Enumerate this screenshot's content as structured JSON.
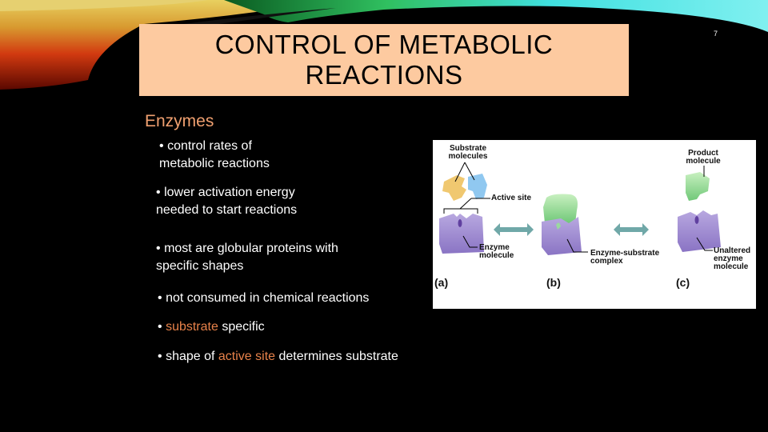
{
  "slide": {
    "title_line1": "CONTROL OF METABOLIC",
    "title_line2": "REACTIONS",
    "slide_number": "7",
    "title_bg_color": "#fdcaa0",
    "accent_color": "#e8824a"
  },
  "content": {
    "heading": "Enzymes",
    "bullets": [
      {
        "marker": "•",
        "line1": "control rates of",
        "line2": "metabolic reactions"
      },
      {
        "marker": "•",
        "line1": "lower activation energy",
        "line2": "needed to start reactions"
      },
      {
        "marker": "•",
        "line1": "most are globular proteins with",
        "line2": "specific shapes"
      },
      {
        "marker": "•",
        "line1": "not consumed in chemical reactions"
      },
      {
        "marker": "•",
        "highlight": "substrate",
        "rest": " specific"
      },
      {
        "marker": "•",
        "pre": "shape of ",
        "highlight": "active site",
        "rest": " determines substrate"
      }
    ]
  },
  "figure": {
    "labels": {
      "substrate_line1": "Substrate",
      "substrate_line2": "molecules",
      "active_site": "Active site",
      "enzyme_line1": "Enzyme",
      "enzyme_line2": "molecule",
      "complex_line1": "Enzyme-substrate",
      "complex_line2": "complex",
      "product_line1": "Product",
      "product_line2": "molecule",
      "unaltered_line1": "Unaltered",
      "unaltered_line2": "enzyme",
      "unaltered_line3": "molecule"
    },
    "panels": [
      "(a)",
      "(b)",
      "(c)"
    ]
  }
}
